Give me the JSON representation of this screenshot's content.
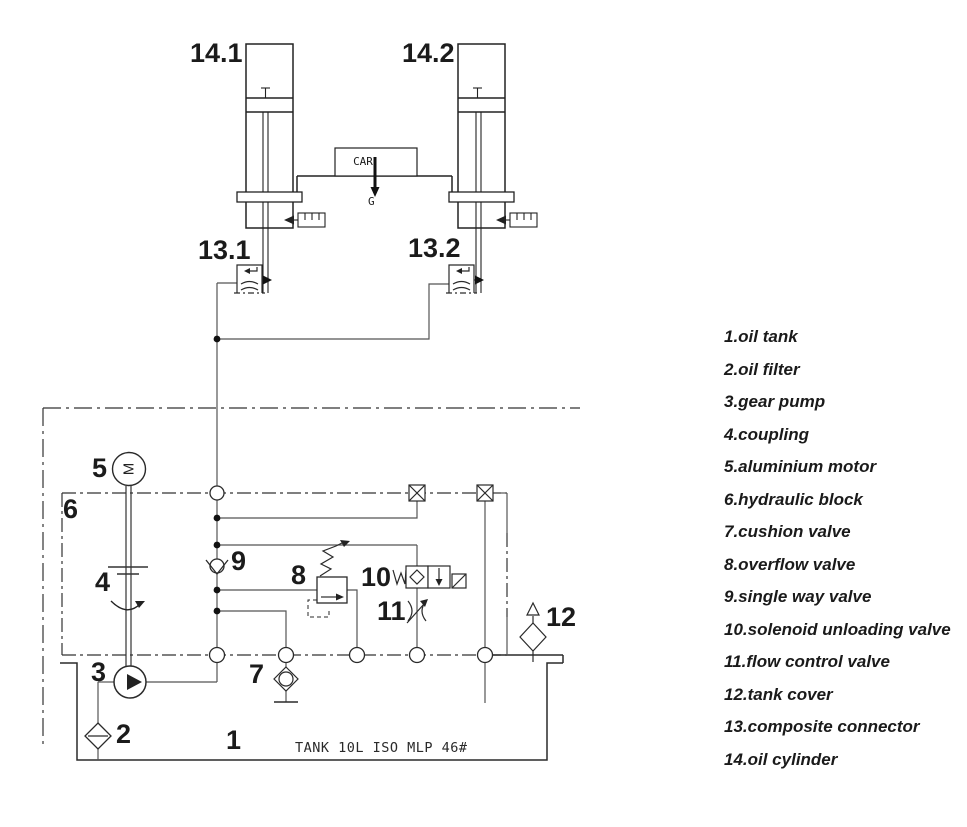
{
  "diagram": {
    "component_labels": {
      "oil_cylinder_left": "14.1",
      "oil_cylinder_right": "14.2",
      "composite_connector_left": "13.1",
      "composite_connector_right": "13.2",
      "aluminium_motor": "5",
      "hydraulic_block": "6",
      "coupling": "4",
      "gear_pump": "3",
      "oil_filter": "2",
      "oil_tank": "1",
      "cushion_valve": "7",
      "overflow_valve": "8",
      "single_way_valve": "9",
      "solenoid_unloading_valve": "10",
      "flow_control_valve": "11",
      "tank_cover": "12"
    },
    "annotations": {
      "car_label": "CAR",
      "gravity_label": "G",
      "motor_glyph": "M",
      "tank_spec": "TANK 10L  ISO MLP 46#"
    }
  },
  "legend": {
    "items": [
      "1.oil tank",
      "2.oil filter",
      "3.gear pump",
      "4.coupling",
      "5.aluminium motor",
      "6.hydraulic block",
      "7.cushion valve",
      "8.overflow valve",
      "9.single way valve",
      "10.solenoid unloading valve",
      "11.flow control valve",
      "12.tank cover",
      "13.composite connector",
      "14.oil cylinder"
    ]
  },
  "colors": {
    "line": "#333333",
    "label": "#1b1b1b",
    "background": "#ffffff"
  }
}
